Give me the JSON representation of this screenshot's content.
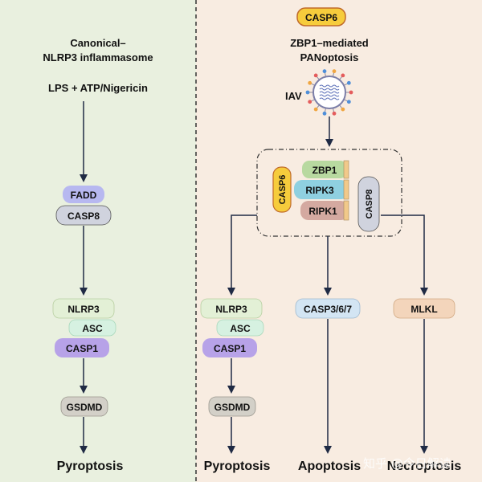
{
  "left_panel": {
    "title_line1": "Canonical–",
    "title_line2": "NLRP3 inflammasome",
    "trigger": "LPS + ATP/Nigericin",
    "fadd": "FADD",
    "casp8": "CASP8",
    "nlrp3": "NLRP3",
    "asc": "ASC",
    "casp1": "CASP1",
    "gsdmd": "GSDMD",
    "outcome": "Pyroptosis"
  },
  "right_panel": {
    "casp6_badge": "CASP6",
    "title_line1": "ZBP1–mediated",
    "title_line2": "PANoptosis",
    "virus_label": "IAV",
    "complex": {
      "casp6": "CASP6",
      "zbp1": "ZBP1",
      "ripk3": "RIPK3",
      "ripk1": "RIPK1",
      "casp8": "CASP8"
    },
    "pyro_branch": {
      "nlrp3": "NLRP3",
      "asc": "ASC",
      "casp1": "CASP1",
      "gsdmd": "GSDMD",
      "outcome": "Pyroptosis"
    },
    "apo_branch": {
      "casp": "CASP3/6/7",
      "outcome": "Apoptosis"
    },
    "necro_branch": {
      "mlkl": "MLKL",
      "outcome": "Necroptosis"
    }
  },
  "watermark": "知乎 @今日解读",
  "colors": {
    "left_bg": "#e9f0df",
    "right_bg": "#f8ece1",
    "arrow": "#1f2a44",
    "casp6_badge": "#f6cc3c",
    "fadd": "#b7b8f0",
    "casp8": "#d0d3de",
    "nlrp3": "#e3f0d6",
    "asc": "#d6f1e1",
    "casp1": "#b7a2e8",
    "gsdmd": "#d3d0c8",
    "zbp1": "#b8d9a0",
    "ripk3": "#8fd0e0",
    "ripk1": "#d4a9a0",
    "casp3": "#d3e5f3",
    "mlkl": "#f3d5bb"
  }
}
